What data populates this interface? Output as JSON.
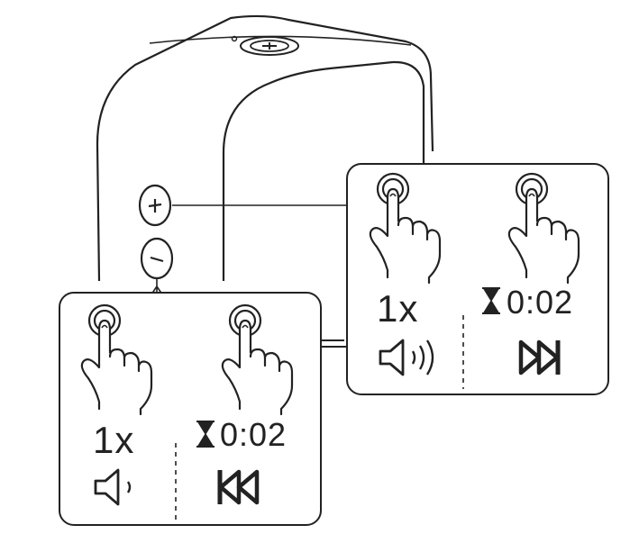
{
  "speaker": {
    "buttons": [
      {
        "name": "volume-up",
        "symbol": "+"
      },
      {
        "name": "volume-down",
        "symbol": "−"
      }
    ]
  },
  "panel_up": {
    "press_count": "1x",
    "hold_time": "0:02",
    "press_action_icon": "volume-up-icon",
    "hold_action_icon": "next-track-icon"
  },
  "panel_down": {
    "press_count": "1x",
    "hold_time": "0:02",
    "press_action_icon": "volume-down-icon",
    "hold_action_icon": "previous-track-icon"
  }
}
